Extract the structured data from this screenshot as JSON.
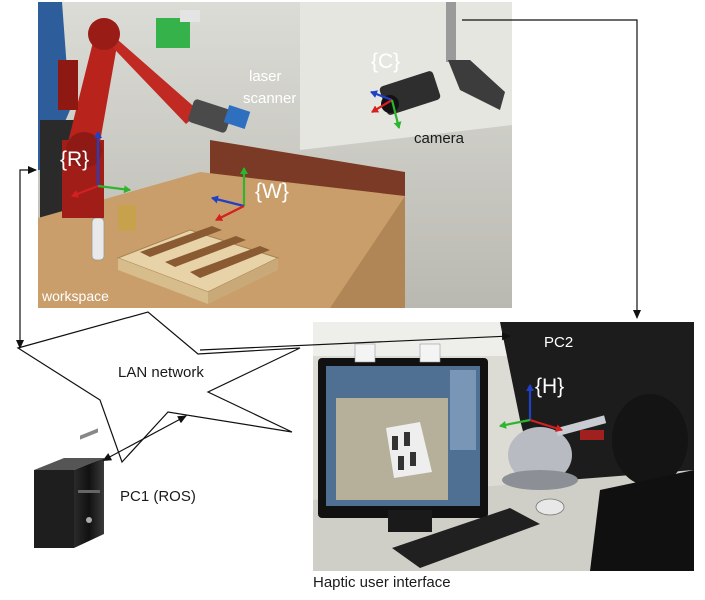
{
  "labels": {
    "laser_scanner": [
      "laser",
      "scanner"
    ],
    "camera": "camera",
    "frame_c": "{C}",
    "frame_r": "{R}",
    "frame_w": "{W}",
    "frame_h": "{H}",
    "workspace": "workspace",
    "lan_network": "LAN network",
    "pc2": "PC2",
    "pc1": "PC1 (ROS)",
    "haptic_ui": "Haptic user interface"
  },
  "colors": {
    "axis_x": "#d42020",
    "axis_y": "#2db52d",
    "axis_z": "#2040c8",
    "robot": "#b8231c",
    "table": "#c99e6a",
    "arrow": "#111111"
  },
  "icons": {
    "pc1": "desktop-tower-icon",
    "cloud": "star-burst-network-icon"
  }
}
